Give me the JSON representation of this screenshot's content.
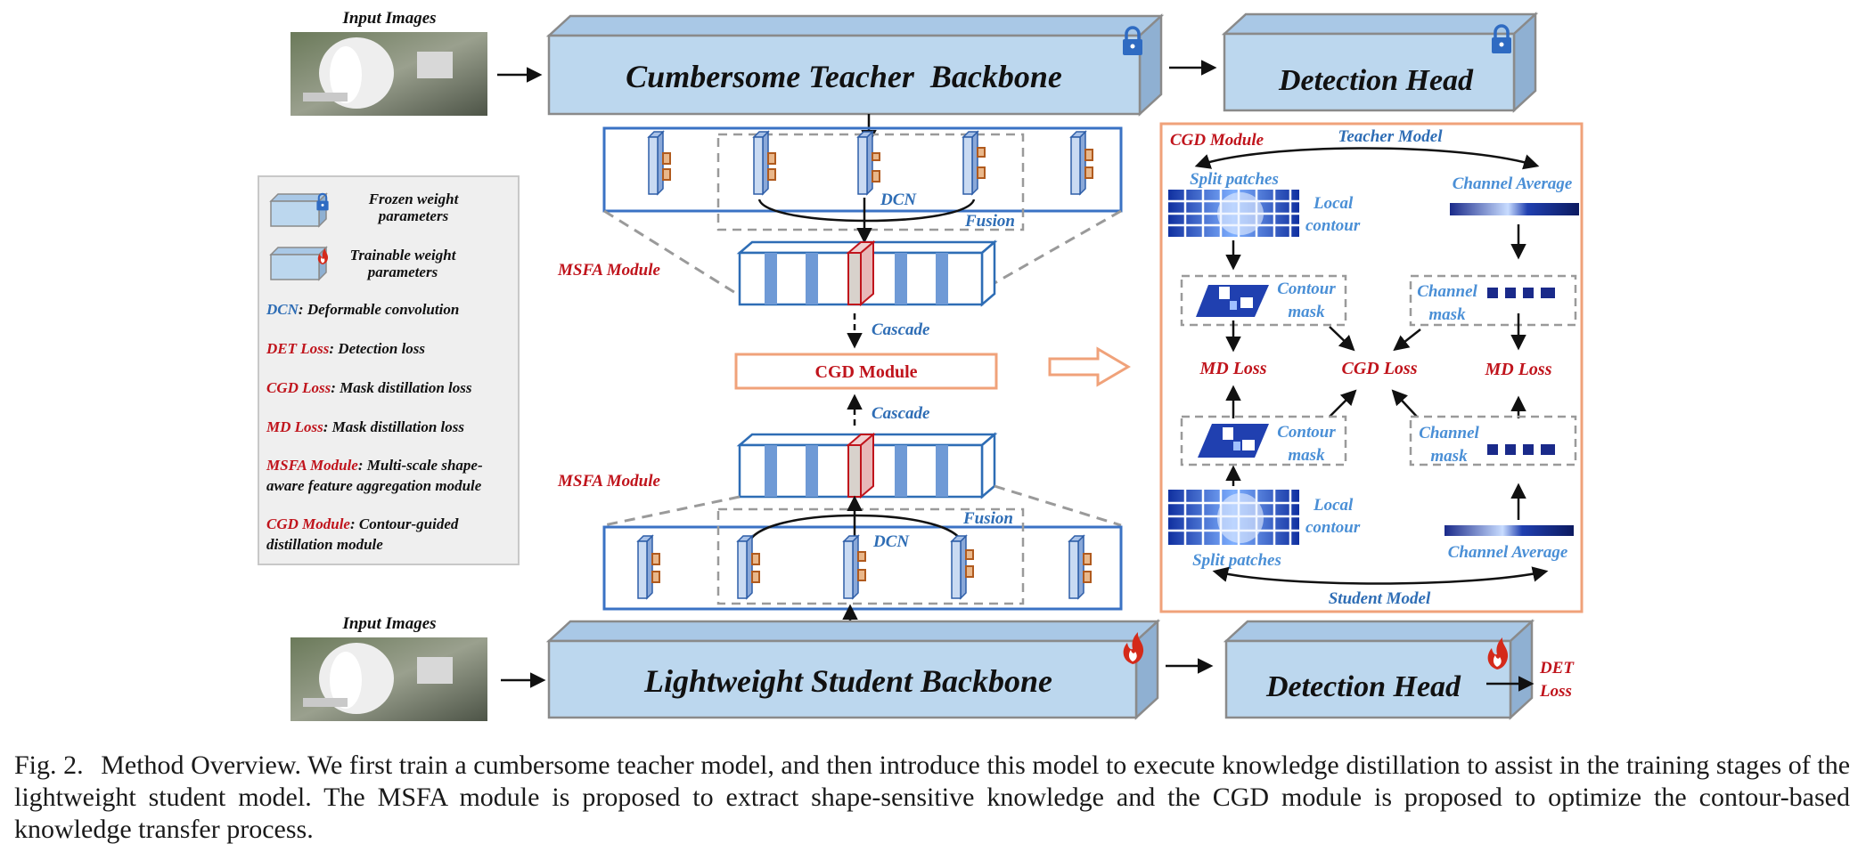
{
  "figure": {
    "input_images_label": "Input Images",
    "teacher_backbone": "Cumbersome Teacher  Backbone",
    "student_backbone": "Lightweight Student Backbone",
    "detection_head": "Detection Head",
    "det_loss_line1": "DET",
    "det_loss_line2": "Loss",
    "dcn": "DCN",
    "fusion": "Fusion",
    "msfa_module": "MSFA Module",
    "cascade": "Cascade",
    "cgd_module_box": "CGD Module"
  },
  "legend": {
    "frozen_line1": "Frozen weight",
    "frozen_line2": "parameters",
    "trainable_line1": "Trainable weight",
    "trainable_line2": "parameters",
    "items": [
      {
        "key": "DCN",
        "desc": ": Deformable convolution",
        "color": "#2e6db5"
      },
      {
        "key": "DET Loss",
        "desc": ": Detection loss",
        "color": "#c0141c"
      },
      {
        "key": "CGD Loss",
        "desc": ": Mask distillation loss",
        "color": "#c0141c"
      },
      {
        "key": "MD Loss",
        "desc": ": Mask distillation loss",
        "color": "#c0141c"
      }
    ],
    "msfa_key": "MSFA Module",
    "msfa_desc1": ": Multi-scale shape-",
    "msfa_desc2": "aware feature aggregation module",
    "cgd_key": "CGD Module",
    "cgd_desc1": ": Contour-guided",
    "cgd_desc2": "distillation module"
  },
  "cgd_panel": {
    "title": "CGD Module",
    "teacher_model": "Teacher Model",
    "student_model": "Student Model",
    "split_patches": "Split patches",
    "local": "Local",
    "contour_word": "contour",
    "channel_average": "Channel Average",
    "contour": "Contour",
    "mask": "mask",
    "channel": "Channel",
    "md_loss": "MD Loss",
    "cgd_loss": "CGD Loss"
  },
  "caption": {
    "fig": "Fig. 2.",
    "text": "Method Overview. We first train a cumbersome teacher model, and then introduce this model to execute knowledge distillation to assist in the training stages of the lightweight student model. The MSFA module is proposed to extract shape-sensitive knowledge and the CGD module is proposed to optimize the contour-based knowledge transfer process."
  },
  "colors": {
    "box_fill": "#bcd7ee",
    "box_stroke": "#8a8a8a",
    "blue_frame": "#3a72c4",
    "red_text": "#c0141c",
    "blue_text": "#2e6db5",
    "orange": "#f0a27a"
  },
  "icons": [
    "lock-icon",
    "flame-icon",
    "photo-icon"
  ]
}
